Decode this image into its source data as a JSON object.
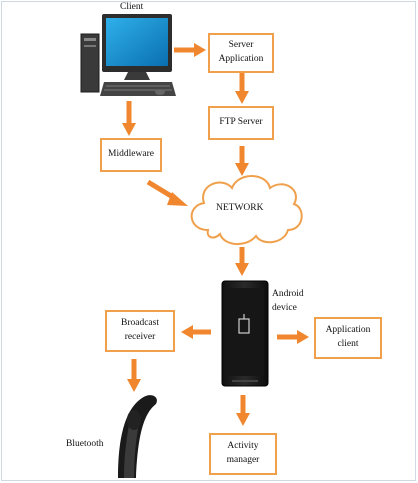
{
  "diagram": {
    "nodes": {
      "client": "Client",
      "server_application": "Server\nApplication",
      "ftp_server": "FTP Server",
      "middleware": "Middleware",
      "network": "NETWORK",
      "android_device": "Android\ndevice",
      "broadcast_receiver": "Broadcast\nreceiver",
      "application_client": "Application\nclient",
      "bluetooth": "Bluetooth",
      "activity_manager": "Activity\nmanager"
    },
    "icons": {
      "client": "desktop-computer-icon",
      "android_device": "smartphone-icon",
      "bluetooth": "bluetooth-headset-icon",
      "network": "cloud-icon"
    },
    "edges": [
      {
        "from": "client",
        "to": "server_application"
      },
      {
        "from": "server_application",
        "to": "ftp_server"
      },
      {
        "from": "client",
        "to": "middleware"
      },
      {
        "from": "ftp_server",
        "to": "network"
      },
      {
        "from": "middleware",
        "to": "network"
      },
      {
        "from": "network",
        "to": "android_device"
      },
      {
        "from": "android_device",
        "to": "broadcast_receiver"
      },
      {
        "from": "android_device",
        "to": "application_client"
      },
      {
        "from": "android_device",
        "to": "activity_manager"
      },
      {
        "from": "broadcast_receiver",
        "to": "bluetooth"
      }
    ],
    "colors": {
      "arrow": "#f0872e",
      "box_border": "#f0a04b",
      "cloud_border": "#f0a04b",
      "monitor_screen": "#1793d1"
    }
  }
}
